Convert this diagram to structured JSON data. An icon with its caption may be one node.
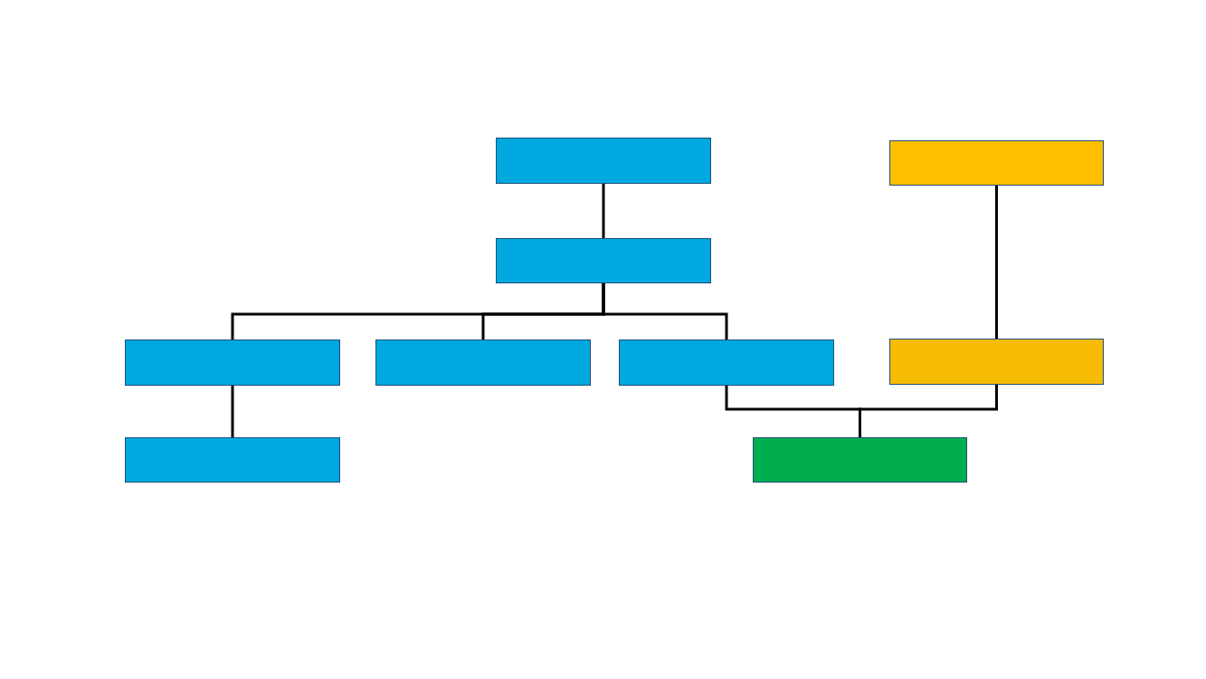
{
  "diagram": {
    "nodes": [
      {
        "text": [],
        "shape": "box"
      },
      {
        "text": [],
        "shape": "box"
      },
      {
        "text": [],
        "shape": "box"
      },
      {
        "text": [],
        "shape": "box"
      },
      {
        "text": [],
        "shape": "box"
      },
      {
        "text": [],
        "shape": "box"
      },
      {
        "text": [],
        "shape": "box"
      },
      {
        "text": [],
        "shape": "box"
      },
      {
        "text": [],
        "shape": "box"
      }
    ],
    "edges": [
      {
        "from": 0,
        "to": 2,
        "arrow": "none"
      },
      {
        "from": 2,
        "to": 3,
        "arrow": "none"
      },
      {
        "from": 2,
        "to": 4,
        "arrow": "none"
      },
      {
        "from": 2,
        "to": 5,
        "arrow": "none"
      },
      {
        "from": 1,
        "to": 6,
        "arrow": "none"
      },
      {
        "from": 3,
        "to": 7,
        "arrow": "none"
      },
      {
        "from": 5,
        "to": 8,
        "arrow": "none"
      },
      {
        "from": 6,
        "to": 8,
        "arrow": "none"
      }
    ]
  }
}
